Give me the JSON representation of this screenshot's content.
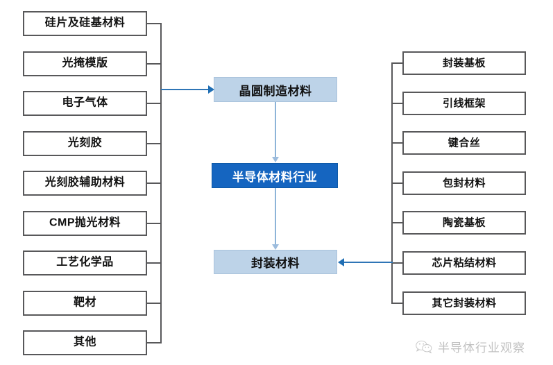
{
  "diagram": {
    "title": "半导体材料行业",
    "colors": {
      "node_border": "#58585a",
      "center_light": "#bdd3e8",
      "center_strong": "#1565c0",
      "arrow": "#2e75b6",
      "watermark": "#8f8f8f"
    },
    "center": {
      "wafer_materials": "晶圆制造材料",
      "hub": "半导体材料行业",
      "packaging_materials": "封装材料"
    },
    "left_column": {
      "group_label": "晶圆制造材料",
      "items": [
        {
          "label": "硅片及硅基材料"
        },
        {
          "label": "光掩模版"
        },
        {
          "label": "电子气体"
        },
        {
          "label": "光刻胶"
        },
        {
          "label": "光刻胶辅助材料"
        },
        {
          "label": "CMP抛光材料"
        },
        {
          "label": "工艺化学品"
        },
        {
          "label": "靶材"
        },
        {
          "label": "其他"
        }
      ]
    },
    "right_column": {
      "group_label": "封装材料",
      "items": [
        {
          "label": "封装基板"
        },
        {
          "label": "引线框架"
        },
        {
          "label": "键合丝"
        },
        {
          "label": "包封材料"
        },
        {
          "label": "陶瓷基板"
        },
        {
          "label": "芯片粘结材料"
        },
        {
          "label": "其它封装材料"
        }
      ]
    },
    "watermark": {
      "text": "半导体行业观察",
      "logo": "wechat-logo"
    }
  }
}
